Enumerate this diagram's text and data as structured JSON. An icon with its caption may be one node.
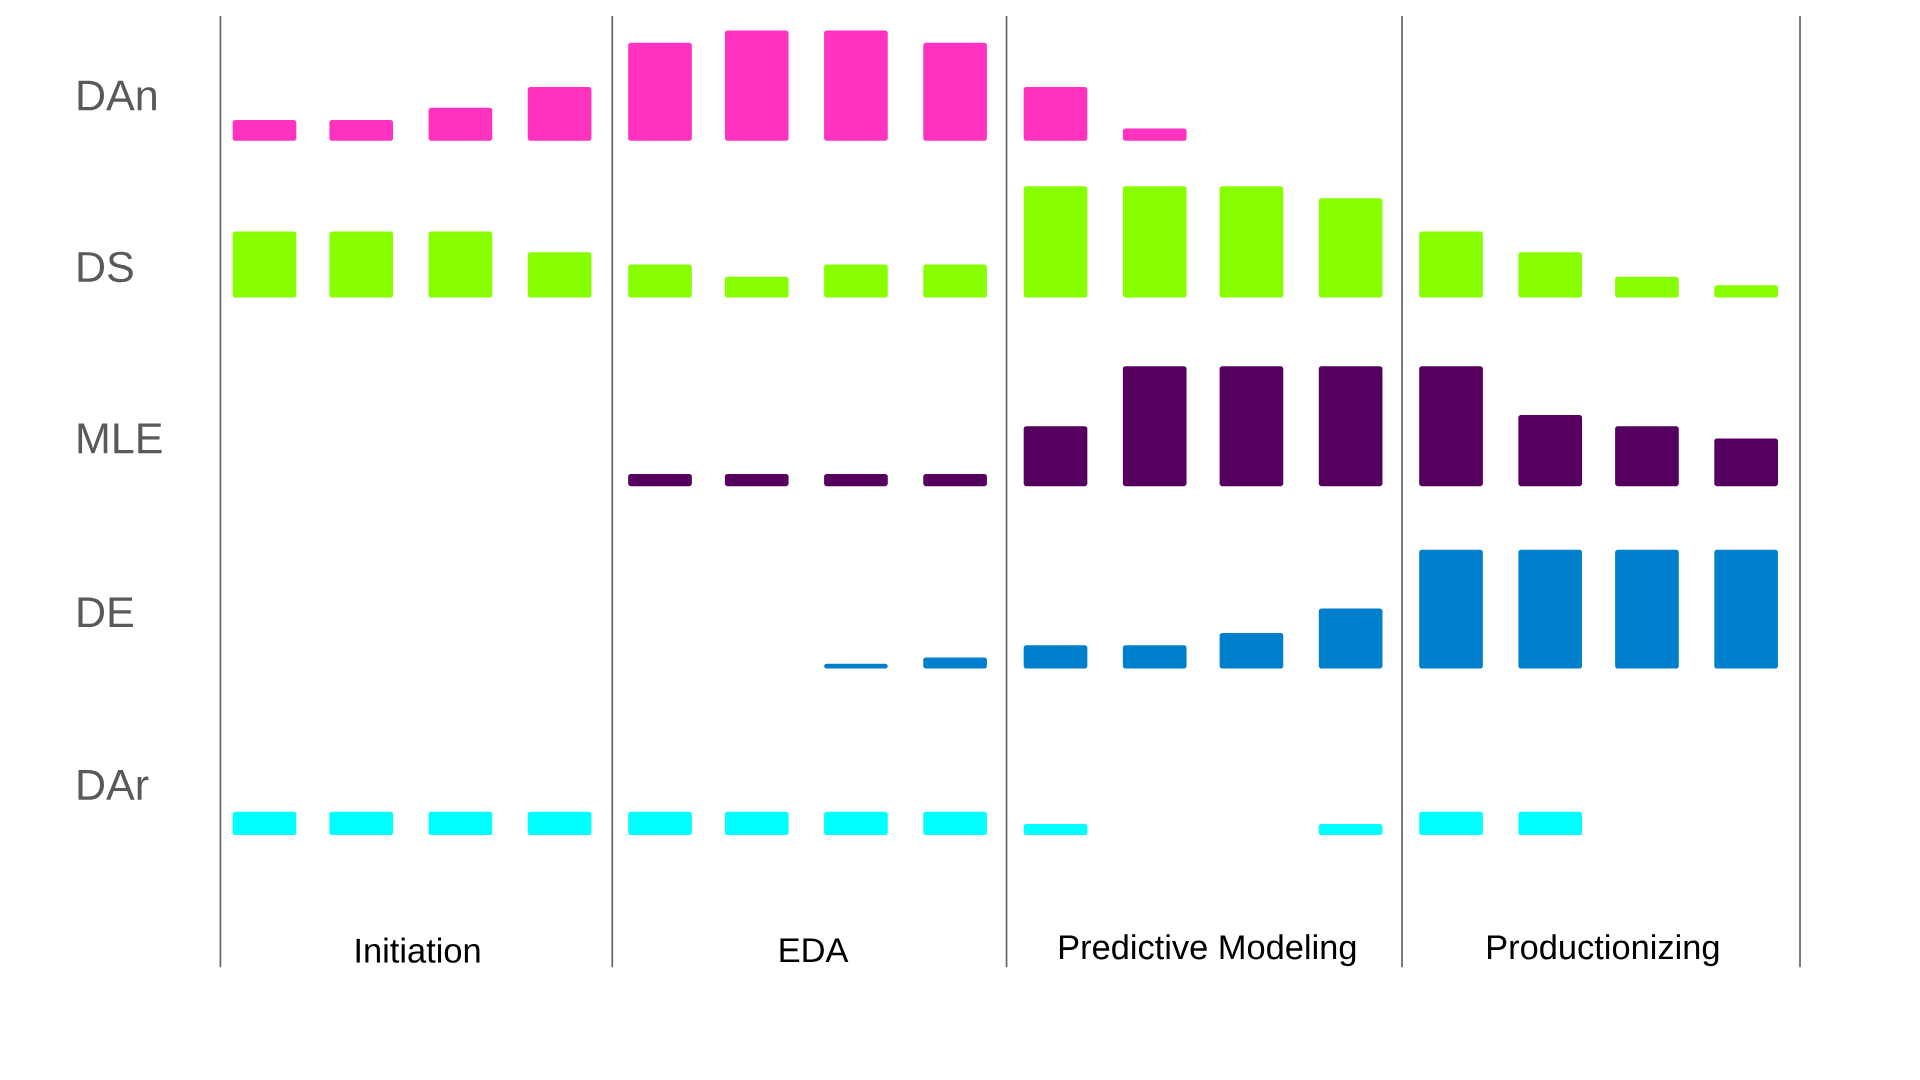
{
  "diagram": {
    "labels": [
      "DAn",
      "DS",
      "MLE",
      "DE",
      "DAr",
      "Initiation",
      "EDA",
      "Predictive Modeling",
      "Productionizing"
    ]
  }
}
